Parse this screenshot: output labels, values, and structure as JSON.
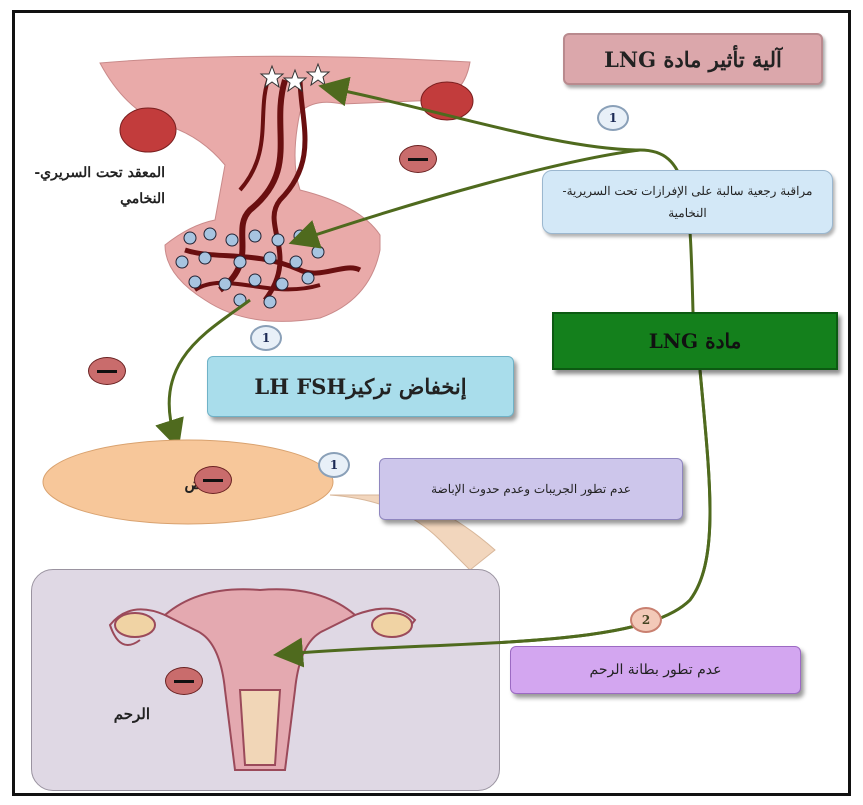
{
  "title": "آلية تأثير مادة LNG",
  "labels": {
    "hypothalamus": "المعقد تحت السريري-النخامي",
    "ovary": "مبيض",
    "uterus": "الرحم"
  },
  "boxes": {
    "feedback": "مراقبة رجعية سالبة على الإفرازات تحت السريرية-النخامية",
    "lng": "مادة LNG",
    "hormones": "إنخفاض تركيزLH  FSH",
    "follicles": "عدم تطور الجريبات وعدم حدوث الإباضة",
    "endometrium": "عدم تطور بطانة الرحم"
  },
  "badges": [
    "1",
    "1",
    "1",
    "2"
  ],
  "colors": {
    "arrow": "#4f6a1e",
    "inhibition": "#c96c6c",
    "lng_box": "#14801c",
    "tissue": "#e9aaa9"
  }
}
